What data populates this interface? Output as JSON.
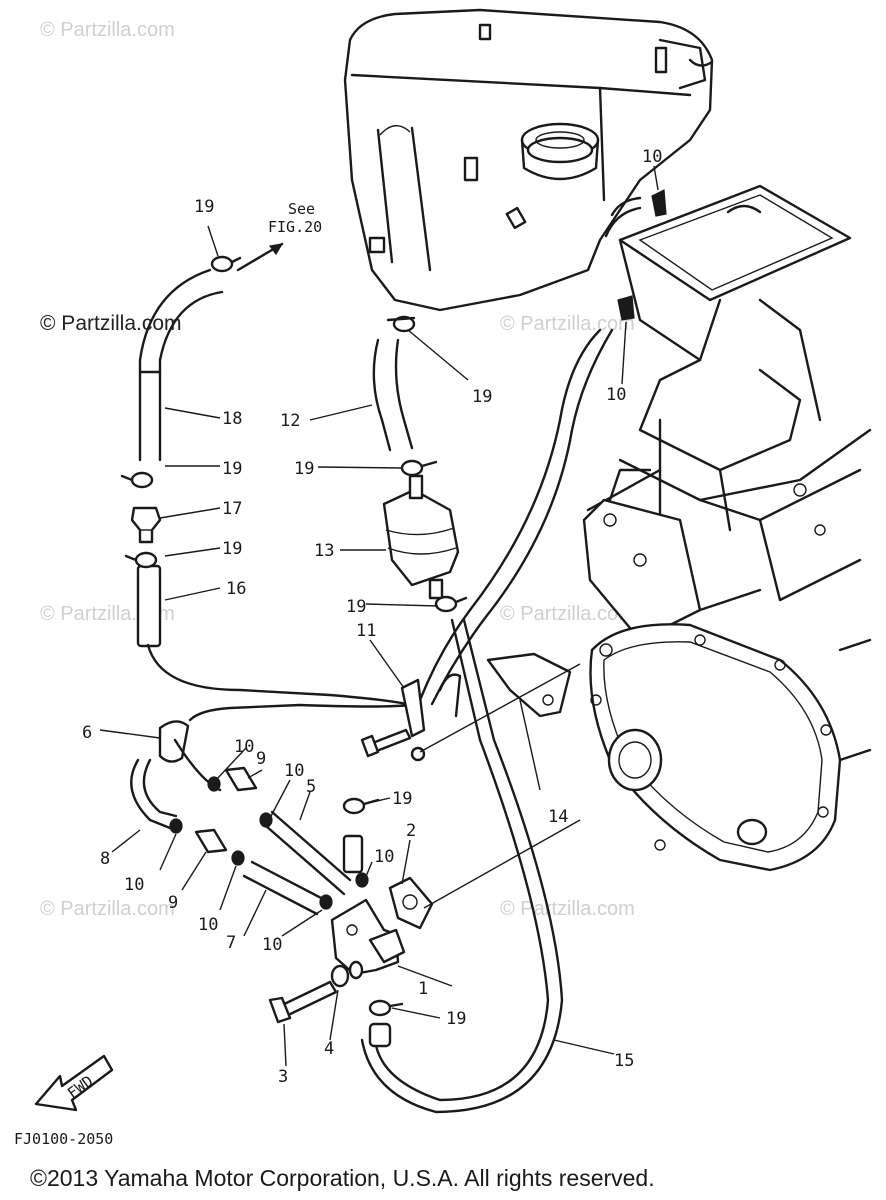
{
  "diagram": {
    "drawing_code": "FJ0100-2050",
    "copyright": "©2013 Yamaha Motor Corporation, U.S.A. All rights reserved.",
    "watermark": "© Partzilla.com",
    "see_ref_line1": "See",
    "see_ref_line2": "FIG.20",
    "fwd_label": "FWD",
    "callouts": [
      {
        "label": "1",
        "part": "fuel-cock"
      },
      {
        "label": "2",
        "part": "gasket"
      },
      {
        "label": "3",
        "part": "bolt"
      },
      {
        "label": "4",
        "part": "washer"
      },
      {
        "label": "5",
        "part": "hose"
      },
      {
        "label": "6",
        "part": "hose"
      },
      {
        "label": "7",
        "part": "hose"
      },
      {
        "label": "8",
        "part": "hose"
      },
      {
        "label": "9",
        "part": "joint"
      },
      {
        "label": "9",
        "part": "joint"
      },
      {
        "label": "10",
        "part": "clip"
      },
      {
        "label": "10",
        "part": "clip"
      },
      {
        "label": "10",
        "part": "clip"
      },
      {
        "label": "10",
        "part": "clip"
      },
      {
        "label": "10",
        "part": "clip"
      },
      {
        "label": "10",
        "part": "clip"
      },
      {
        "label": "10",
        "part": "clip"
      },
      {
        "label": "10",
        "part": "clip"
      },
      {
        "label": "11",
        "part": "holder"
      },
      {
        "label": "12",
        "part": "hose"
      },
      {
        "label": "13",
        "part": "fuel-filter"
      },
      {
        "label": "14",
        "part": "bracket"
      },
      {
        "label": "15",
        "part": "hose"
      },
      {
        "label": "16",
        "part": "hose"
      },
      {
        "label": "17",
        "part": "check-valve"
      },
      {
        "label": "18",
        "part": "hose"
      },
      {
        "label": "19",
        "part": "clip"
      },
      {
        "label": "19",
        "part": "clip"
      },
      {
        "label": "19",
        "part": "clip"
      },
      {
        "label": "19",
        "part": "clip"
      },
      {
        "label": "19",
        "part": "clip"
      },
      {
        "label": "19",
        "part": "clip"
      },
      {
        "label": "19",
        "part": "clip"
      },
      {
        "label": "19",
        "part": "clip"
      }
    ]
  }
}
